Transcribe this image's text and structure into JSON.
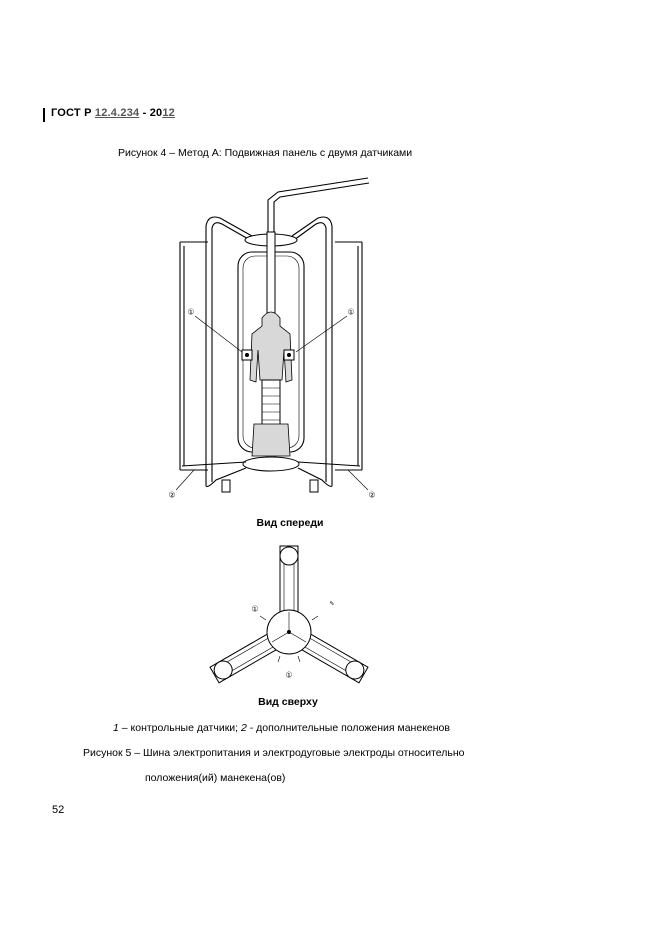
{
  "header": {
    "prefix": "ГОСТ Р",
    "code_underlined": "12.4.234",
    "dash": " - 20",
    "year_underlined": "12"
  },
  "figure4": {
    "title": "Рисунок 4 – Метод А: Подвижная панель с двумя датчиками",
    "callout_1": "①",
    "callout_2": "②",
    "front_view_label": "Вид спереди",
    "top_view_label": "Вид сверху"
  },
  "legend": {
    "num1": "1",
    "text1": " – контрольные датчики; ",
    "num2": "2",
    "text2": " - дополнительные положения манекенов"
  },
  "figure5": {
    "title_line1": "Рисунок 5 – Шина электропитания и электродуговые электроды относительно",
    "title_line2": "положения(ий) манекена(ов)"
  },
  "page_number": "52"
}
